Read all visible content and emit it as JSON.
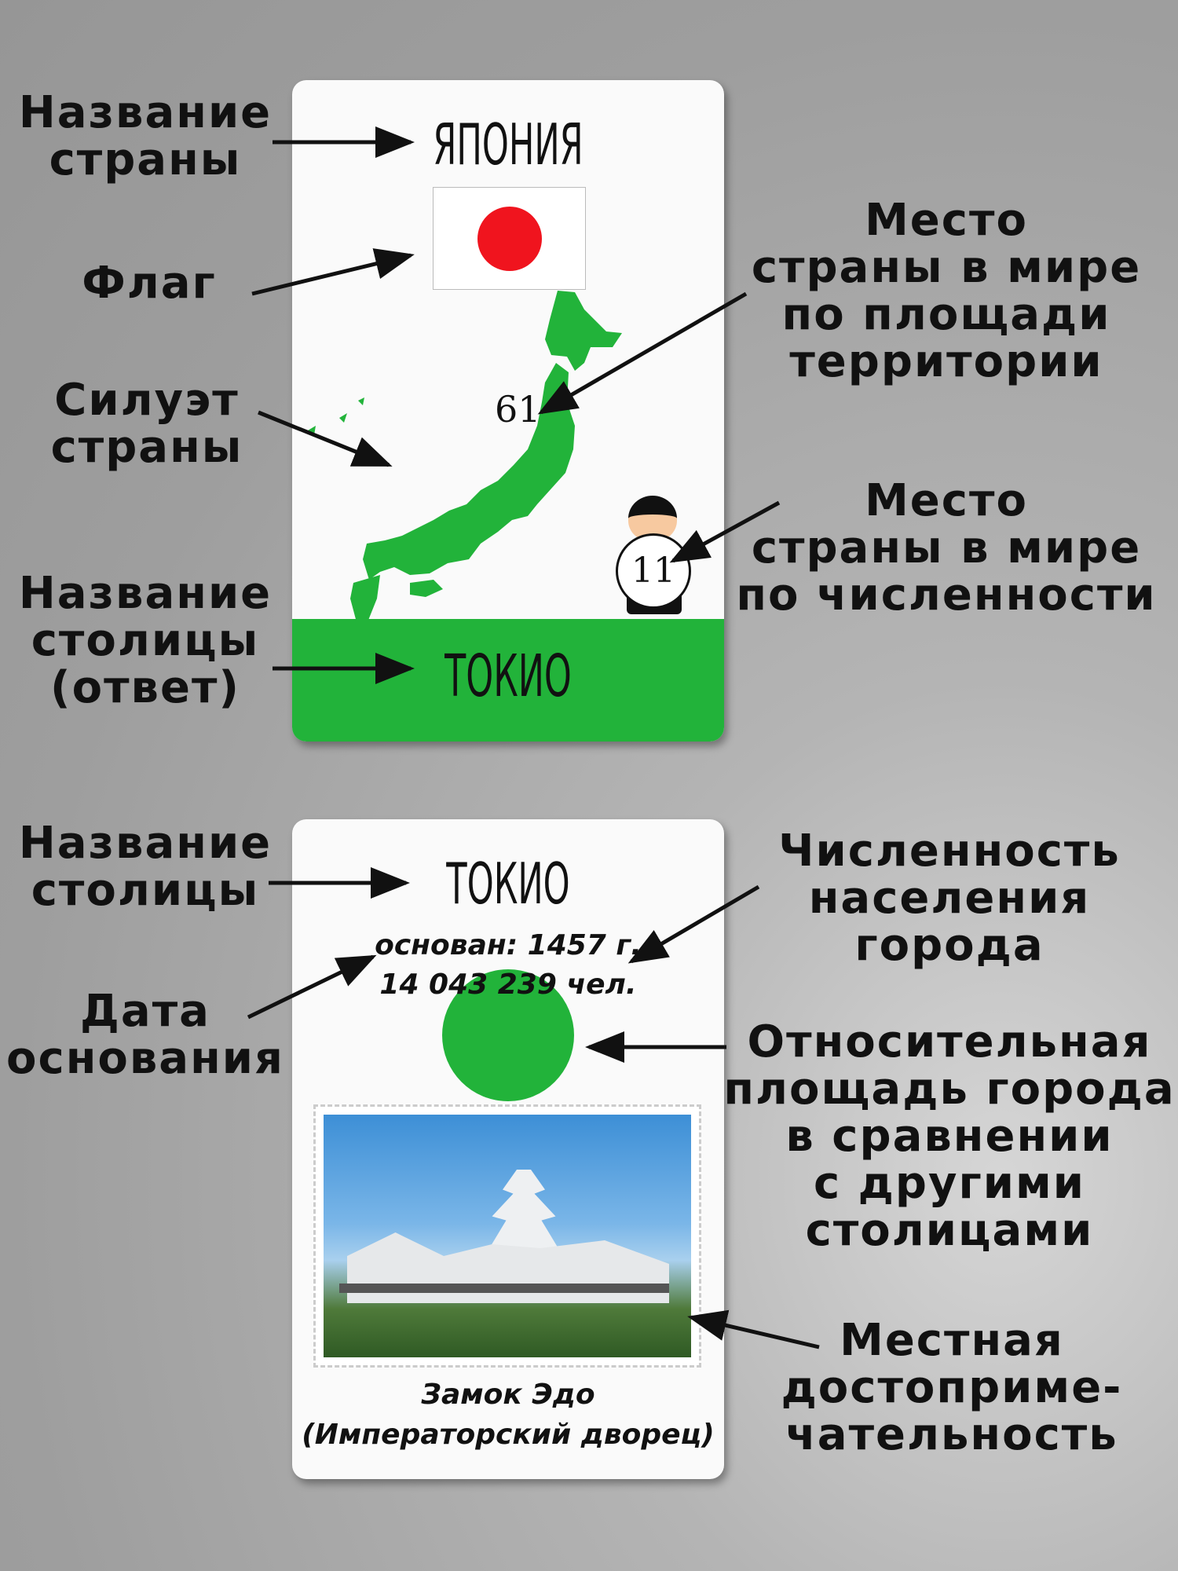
{
  "colors": {
    "green": "#22b33a",
    "flag_red": "#f0141e",
    "background": "#a3a3a3"
  },
  "card_front": {
    "country": "ЯПОНИЯ",
    "area_rank": "61",
    "population_rank": "11",
    "capital": "ТОКИО"
  },
  "card_back": {
    "capital": "ТОКИО",
    "founded": "основан: 1457 г.",
    "population": "14 043 239 чел.",
    "landmark_line1": "Замок Эдо",
    "landmark_line2": "(Императорский дворец)"
  },
  "labels": {
    "country_name": [
      "Название",
      "страны"
    ],
    "flag": "Флаг",
    "silhouette": [
      "Силуэт",
      "страны"
    ],
    "capital_answer": [
      "Название",
      "столицы",
      "(ответ)"
    ],
    "area_rank": [
      "Место",
      "страны в мире",
      "по площади",
      "территории"
    ],
    "population_rank": [
      "Место",
      "страны в мире",
      "по численности"
    ],
    "capital_name": [
      "Название",
      "столицы"
    ],
    "founding_date": [
      "Дата",
      "основания"
    ],
    "city_population": [
      "Численность",
      "населения",
      "города"
    ],
    "relative_area": [
      "Относительная",
      "площадь города",
      "в сравнении",
      "с другими",
      "столицами"
    ],
    "landmark": [
      "Местная",
      "достоприме-",
      "чательность"
    ]
  }
}
